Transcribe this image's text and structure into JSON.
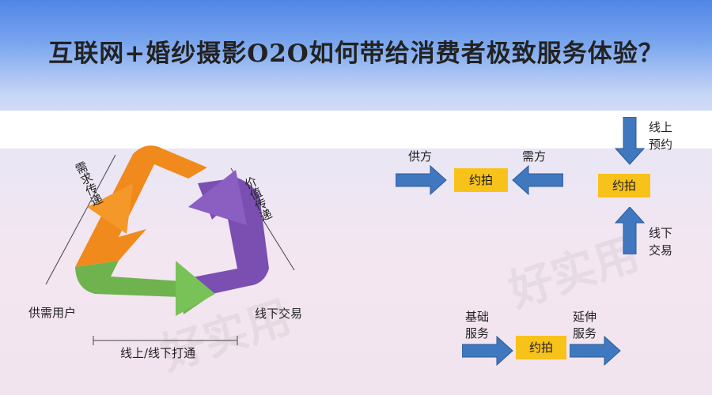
{
  "title": "互联网+婚纱摄影O2O如何带给消费者极致服务体验？",
  "cycle": {
    "label_demand": "需求传递",
    "label_value": "价值传递",
    "label_users": "供需用户",
    "label_offline": "线下交易",
    "label_bottom": "线上/线下打通"
  },
  "flow1": {
    "left_label": "供方",
    "right_label": "需方",
    "center": "约拍"
  },
  "flow2": {
    "top_label_1": "线上",
    "top_label_2": "预约",
    "center": "约拍",
    "bottom_label_1": "线下",
    "bottom_label_2": "交易"
  },
  "flow3": {
    "left_label_1": "基础",
    "left_label_2": "服务",
    "center": "约拍",
    "right_label_1": "延伸",
    "right_label_2": "服务"
  },
  "watermark": "好实用",
  "colors": {
    "orange": "#f08a1c",
    "purple": "#7a4fb1",
    "green": "#6fb34f",
    "box": "#f7c21a",
    "arrow": "#3f78bf"
  }
}
